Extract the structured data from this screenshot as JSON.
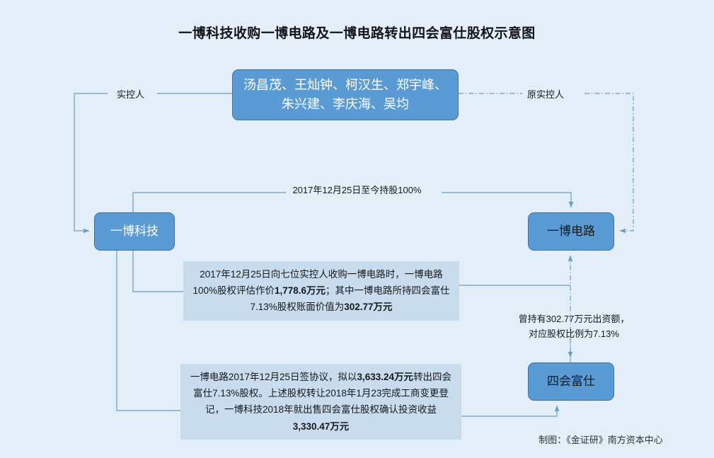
{
  "page": {
    "title": "一博科技收购一博电路及一博电路转出四会富仕股权示意图",
    "background_color": "#e3eef8",
    "credit": "制图：《金证研》南方资本中心"
  },
  "nodes": {
    "people": "汤昌茂、王灿钟、柯汉生、郑宇峰、\n朱兴建、李庆海、吴均",
    "people_line1": "汤昌茂、王灿钟、柯汉生、郑宇峰、",
    "people_line2": "朱兴建、李庆海、吴均",
    "company_left": "一博科技",
    "company_right": "一博电路",
    "company_bottom": "四会富仕"
  },
  "edge_labels": {
    "controller_left": "实控人",
    "controller_right": "原实控人",
    "holding_100": "2017年12月25日至今持股100%"
  },
  "notes": {
    "acquisition": {
      "segments": [
        {
          "text": "2017年12月25日向七位实控人收购一博电路时，一博电路100%股权评估作价",
          "bold": false
        },
        {
          "text": "1,778.6万元",
          "bold": true
        },
        {
          "text": "；其中一博电路所持四会富仕7.13%股权账面价值为",
          "bold": false
        },
        {
          "text": "302.77万元",
          "bold": true
        }
      ]
    },
    "transfer": {
      "segments": [
        {
          "text": "一博电路2017年12月25日签协议，拟以",
          "bold": false
        },
        {
          "text": "3,633.24万元",
          "bold": true
        },
        {
          "text": "转出四会富仕7.13%股权。上述股权转让2018年1月23完成工商变更登记，一博科技2018年就出售四会富仕股权确认投资收益",
          "bold": false
        },
        {
          "text": "3,330.47万元",
          "bold": true
        }
      ]
    },
    "side_stake": {
      "line1": "曾持有302.77万元出资额，",
      "line2": "对应股权比例为7.13%"
    }
  },
  "colors": {
    "node_fill": "#5b9bd5",
    "node_border": "#41719c",
    "note_fill": "#c9dcee",
    "wire": "#6a9ec6",
    "canvas": "#e3eef8"
  }
}
